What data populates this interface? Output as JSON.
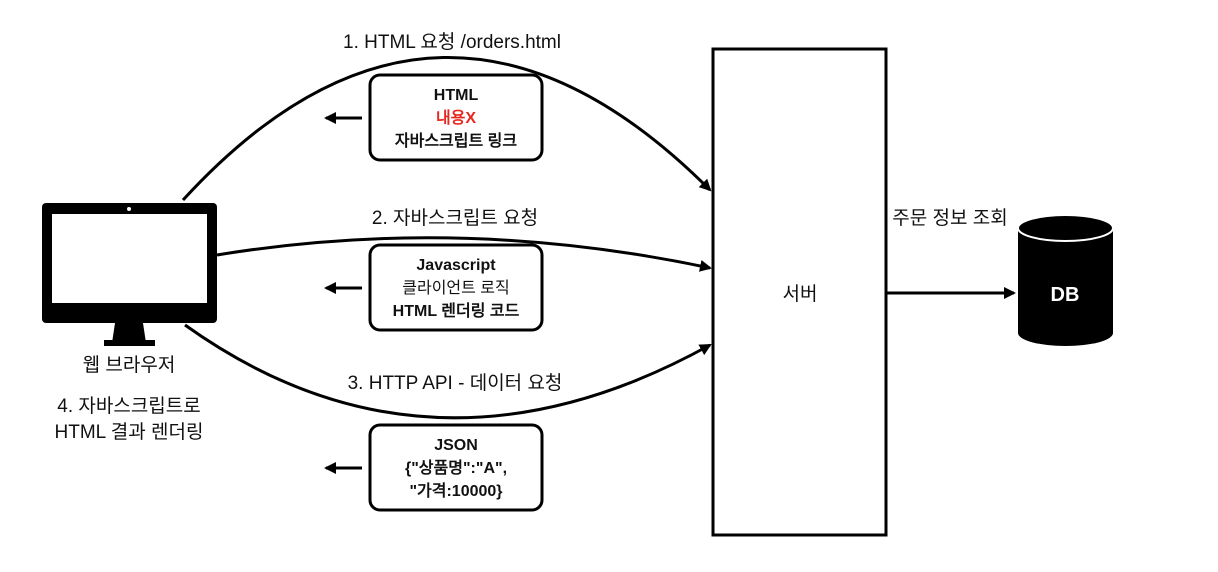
{
  "steps": {
    "step1": "1. HTML 요청 /orders.html",
    "step2": "2. 자바스크립트 요청",
    "step3": "3. HTTP API -  데이터 요청",
    "step4_line1": "4. 자바스크립트로",
    "step4_line2": "HTML 결과 렌더링"
  },
  "browser": {
    "label": "웹 브라우저"
  },
  "server": {
    "label": "서버"
  },
  "db": {
    "label": "DB",
    "query_label": "주문 정보 조회"
  },
  "responses": {
    "html": {
      "line1": "HTML",
      "line2": "내용X",
      "line3": "자바스크립트 링크"
    },
    "js": {
      "line1": "Javascript",
      "line2": "클라이언트 로직",
      "line3": "HTML 렌더링 코드"
    },
    "json": {
      "line1": "JSON",
      "line2": "{\"상품명\":\"A\",",
      "line3": "\"가격:10000}"
    }
  },
  "colors": {
    "accent_red": "#e8281e"
  }
}
